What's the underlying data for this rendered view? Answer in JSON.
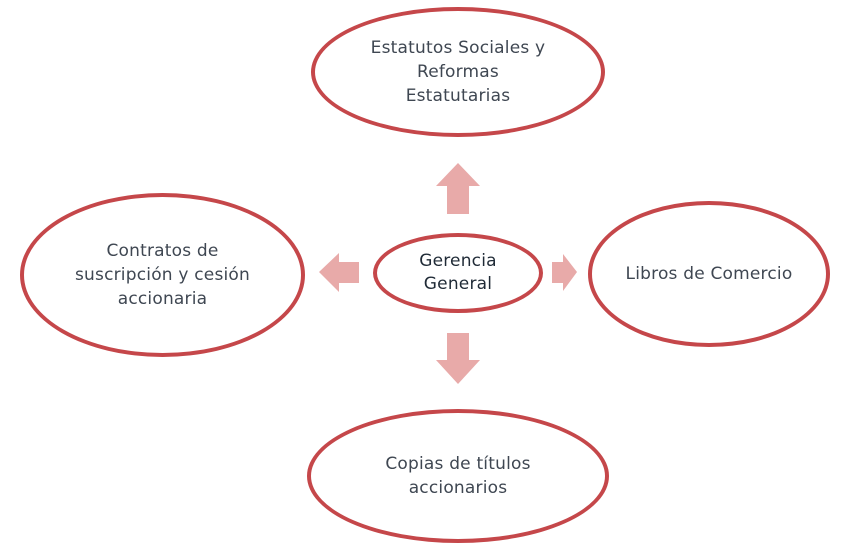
{
  "diagram": {
    "center": {
      "label": "Gerencia\nGeneral"
    },
    "nodes": {
      "top": {
        "label": "Estatutos Sociales y\nReformas\nEstatutarias"
      },
      "left": {
        "label": "Contratos de\nsuscripción y cesión\naccionaria"
      },
      "right": {
        "label": "Libros de Comercio"
      },
      "bottom": {
        "label": "Copias de títulos\naccionarios"
      }
    },
    "colors": {
      "ellipse_border": "#c5474a",
      "arrow_fill": "#e8aaa9",
      "text": "#3f4752"
    },
    "icons": {
      "up": "arrow-up-icon",
      "down": "arrow-down-icon",
      "left": "arrow-left-icon",
      "right": "arrow-right-icon"
    }
  }
}
